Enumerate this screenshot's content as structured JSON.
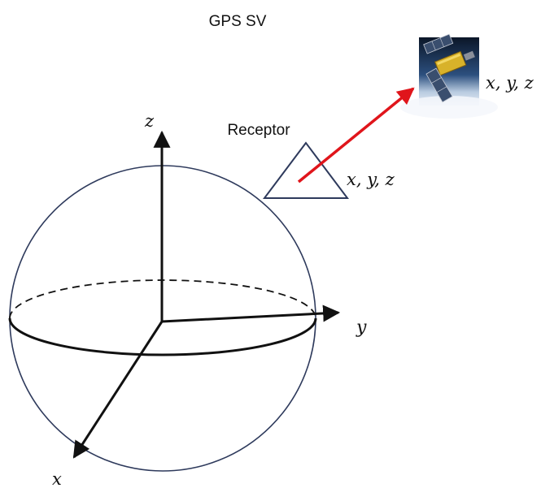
{
  "labels": {
    "satellite_title": "GPS SV",
    "receiver_title": "Receptor",
    "satellite_coords": "x, y, z",
    "receiver_coords": "x, y, z",
    "axis_z": "z",
    "axis_y": "y",
    "axis_x": "x"
  },
  "colors": {
    "signal_arrow": "#e0151b",
    "sphere_outline": "#2e3a5c",
    "triangle_outline": "#2e3a5c",
    "axes": "#111111"
  },
  "icons": {
    "satellite": "gps-satellite-icon"
  }
}
